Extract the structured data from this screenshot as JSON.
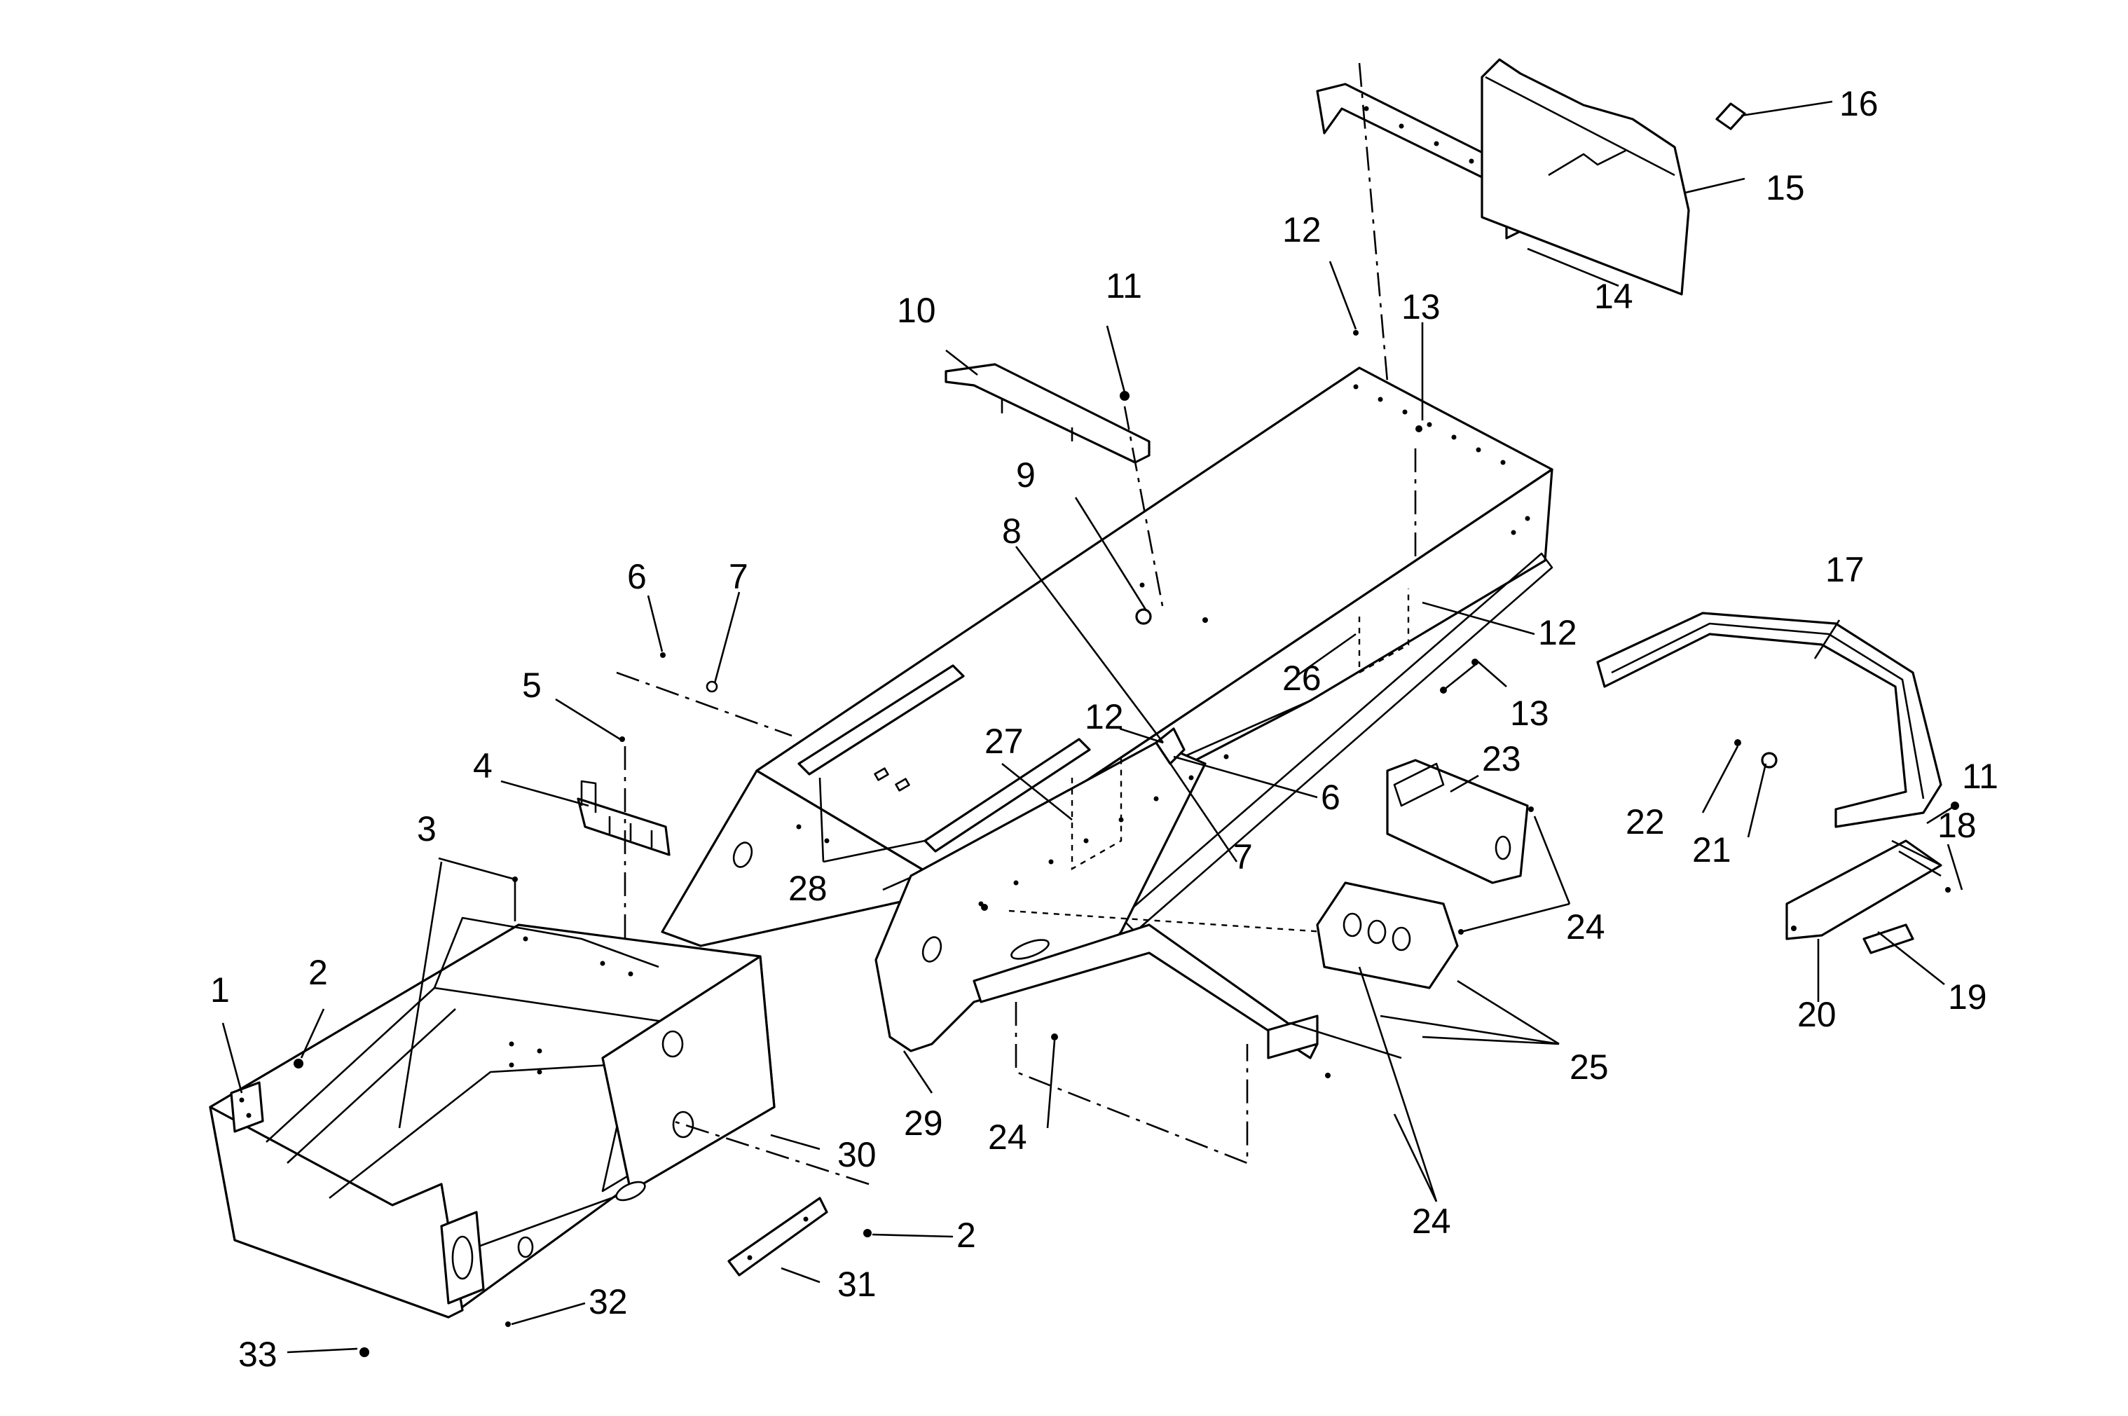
{
  "callouts": [
    {
      "id": "c1",
      "text": "1"
    },
    {
      "id": "c2a",
      "text": "2"
    },
    {
      "id": "c2b",
      "text": "2"
    },
    {
      "id": "c3",
      "text": "3"
    },
    {
      "id": "c4",
      "text": "4"
    },
    {
      "id": "c5",
      "text": "5"
    },
    {
      "id": "c6a",
      "text": "6"
    },
    {
      "id": "c6b",
      "text": "6"
    },
    {
      "id": "c7a",
      "text": "7"
    },
    {
      "id": "c7b",
      "text": "7"
    },
    {
      "id": "c8",
      "text": "8"
    },
    {
      "id": "c9",
      "text": "9"
    },
    {
      "id": "c10",
      "text": "10"
    },
    {
      "id": "c11a",
      "text": "11"
    },
    {
      "id": "c11b",
      "text": "11"
    },
    {
      "id": "c12a",
      "text": "12"
    },
    {
      "id": "c12b",
      "text": "12"
    },
    {
      "id": "c12c",
      "text": "12"
    },
    {
      "id": "c13a",
      "text": "13"
    },
    {
      "id": "c13b",
      "text": "13"
    },
    {
      "id": "c14",
      "text": "14"
    },
    {
      "id": "c15",
      "text": "15"
    },
    {
      "id": "c16",
      "text": "16"
    },
    {
      "id": "c17",
      "text": "17"
    },
    {
      "id": "c18",
      "text": "18"
    },
    {
      "id": "c19",
      "text": "19"
    },
    {
      "id": "c20",
      "text": "20"
    },
    {
      "id": "c21",
      "text": "21"
    },
    {
      "id": "c22",
      "text": "22"
    },
    {
      "id": "c23",
      "text": "23"
    },
    {
      "id": "c24a",
      "text": "24"
    },
    {
      "id": "c24b",
      "text": "24"
    },
    {
      "id": "c24c",
      "text": "24"
    },
    {
      "id": "c25",
      "text": "25"
    },
    {
      "id": "c26",
      "text": "26"
    },
    {
      "id": "c27",
      "text": "27"
    },
    {
      "id": "c28",
      "text": "28"
    },
    {
      "id": "c29",
      "text": "29"
    },
    {
      "id": "c30",
      "text": "30"
    },
    {
      "id": "c31",
      "text": "31"
    },
    {
      "id": "c32",
      "text": "32"
    },
    {
      "id": "c33",
      "text": "33"
    }
  ]
}
